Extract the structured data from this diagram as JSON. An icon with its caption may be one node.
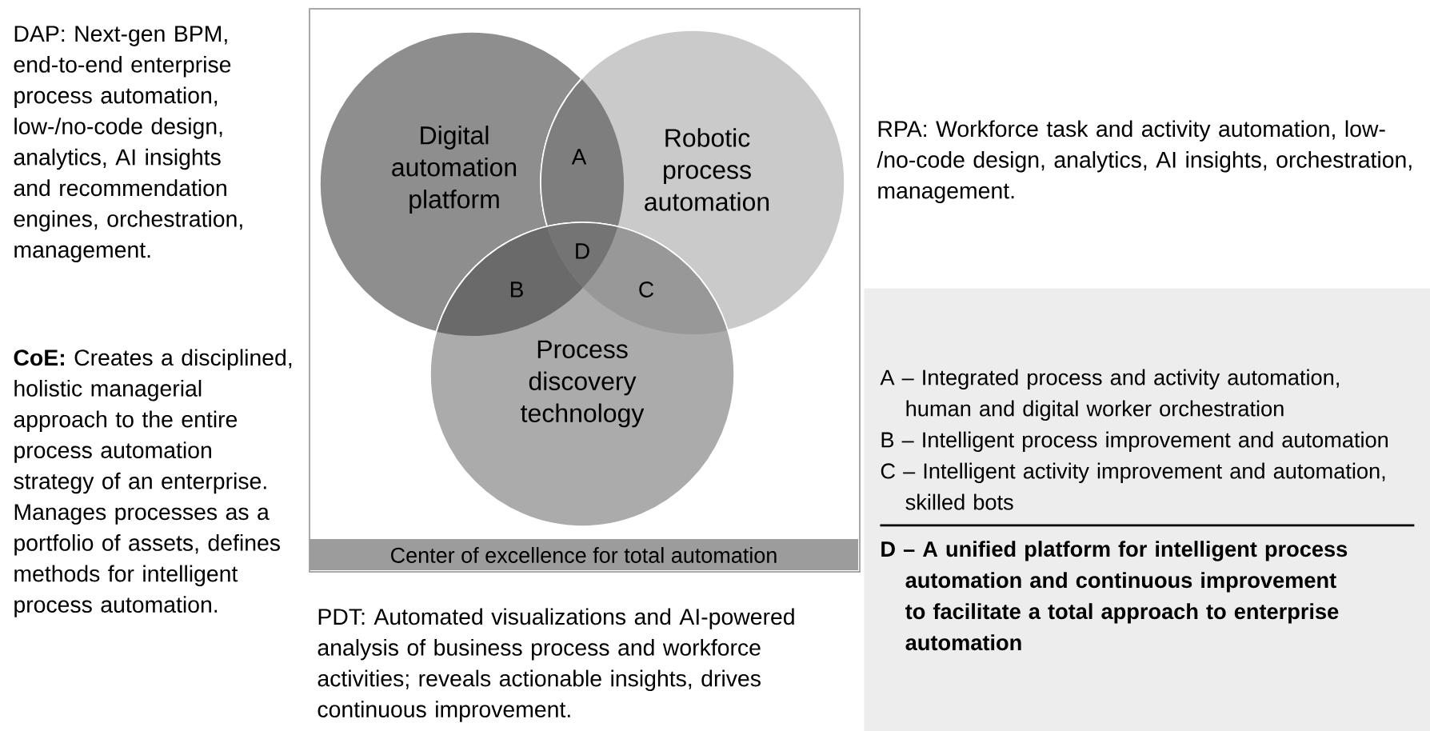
{
  "diagram": {
    "nodes": [
      {
        "text": [
          "Center of excellence for total automation"
        ]
      },
      {
        "text": [
          "Digital automation platform"
        ],
        "in": 0
      },
      {
        "text": [
          "Robotic process automation"
        ],
        "in": 0
      },
      {
        "text": [
          "Process discovery technology"
        ],
        "in": 0
      },
      {
        "text": [
          "A – Integrated process and activity automation, human and digital worker orchestration",
          "B – Intelligent process improvement and automation",
          "C – Intelligent activity improvement and automation, skilled bots",
          "**D – A unified platform for intelligent process automation and continuous improvement to facilitate a total approach to enterprise automation**"
        ]
      }
    ],
    "labels": [
      "DAP: Next-gen BPM, end-to-end enterprise process automation, low-/no-code design, analytics,  AI insights and recommendation engines, orchestration, management.",
      "A",
      "RPA: Workforce task and activity automation, low-/no-code design, analytics, AI insights, orchestration, management.",
      "D",
      "B",
      "C",
      "**CoE:** Creates a disciplined, holistic managerial approach to the entire process automation strategy of an enterprise. Manages processes as a portfolio of assets, defines methods for intelligent process automation.",
      "PDT: Automated visualizations and AI-powered analysis of business process and workforce activities; reveals actionable insights, drives continuous improvement."
    ]
  }
}
